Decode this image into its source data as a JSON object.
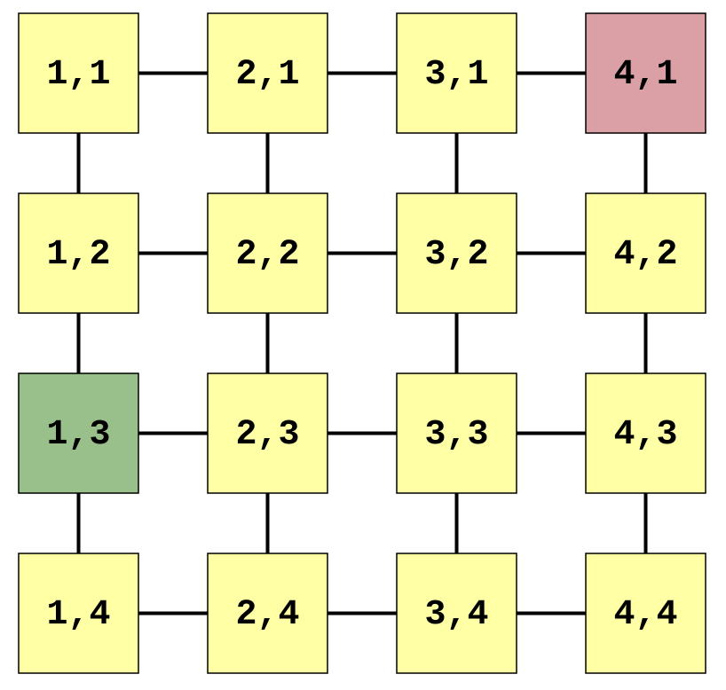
{
  "grid": {
    "columns": 4,
    "rows": 4,
    "colors": {
      "default_fill": "#ffffa6",
      "start_fill": "#99bf8a",
      "goal_fill": "#dba0a5",
      "edge": "#000000",
      "border": "#000000"
    },
    "nodes": [
      {
        "label": "1,1",
        "col": 1,
        "row": 1,
        "state": "default"
      },
      {
        "label": "2,1",
        "col": 2,
        "row": 1,
        "state": "default"
      },
      {
        "label": "3,1",
        "col": 3,
        "row": 1,
        "state": "default"
      },
      {
        "label": "4,1",
        "col": 4,
        "row": 1,
        "state": "goal"
      },
      {
        "label": "1,2",
        "col": 1,
        "row": 2,
        "state": "default"
      },
      {
        "label": "2,2",
        "col": 2,
        "row": 2,
        "state": "default"
      },
      {
        "label": "3,2",
        "col": 3,
        "row": 2,
        "state": "default"
      },
      {
        "label": "4,2",
        "col": 4,
        "row": 2,
        "state": "default"
      },
      {
        "label": "1,3",
        "col": 1,
        "row": 3,
        "state": "start"
      },
      {
        "label": "2,3",
        "col": 2,
        "row": 3,
        "state": "default"
      },
      {
        "label": "3,3",
        "col": 3,
        "row": 3,
        "state": "default"
      },
      {
        "label": "4,3",
        "col": 4,
        "row": 3,
        "state": "default"
      },
      {
        "label": "1,4",
        "col": 1,
        "row": 4,
        "state": "default"
      },
      {
        "label": "2,4",
        "col": 2,
        "row": 4,
        "state": "default"
      },
      {
        "label": "3,4",
        "col": 3,
        "row": 4,
        "state": "default"
      },
      {
        "label": "4,4",
        "col": 4,
        "row": 4,
        "state": "default"
      }
    ]
  }
}
